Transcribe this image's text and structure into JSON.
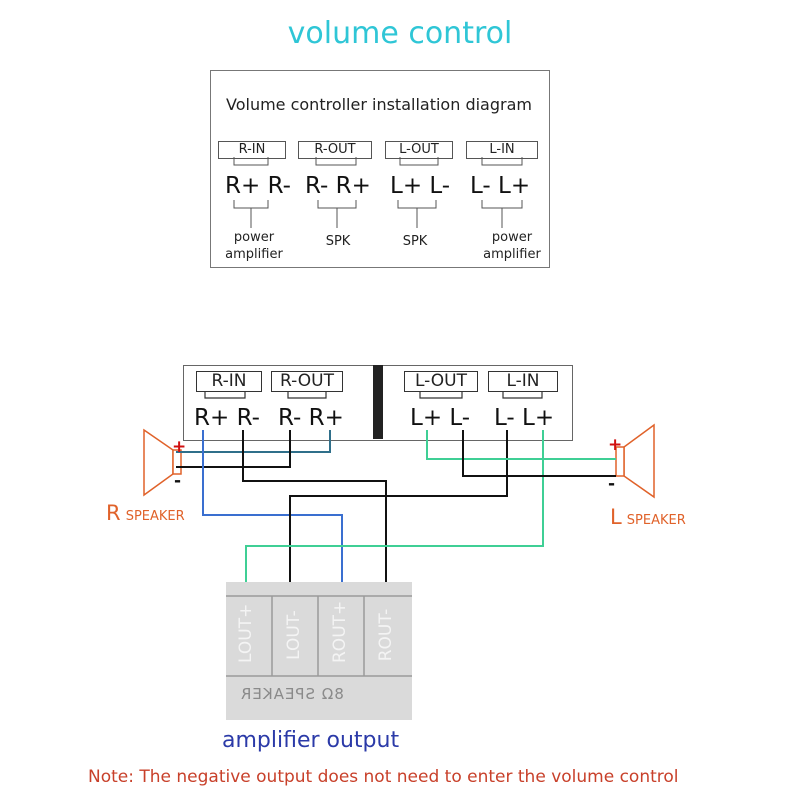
{
  "title": "volume control",
  "install_diagram": {
    "heading": "Volume controller installation diagram",
    "groups": [
      {
        "label": "R-IN",
        "pins": "R+ R-",
        "desc_line1": "power",
        "desc_line2": "amplifier"
      },
      {
        "label": "R-OUT",
        "pins": "R- R+",
        "desc_line1": "SPK",
        "desc_line2": ""
      },
      {
        "label": "L-OUT",
        "pins": "L+ L-",
        "desc_line1": "SPK",
        "desc_line2": ""
      },
      {
        "label": "L-IN",
        "pins": "L- L+",
        "desc_line1": "power",
        "desc_line2": "amplifier"
      }
    ]
  },
  "controller": {
    "labels": [
      "R-IN",
      "R-OUT",
      "L-OUT",
      "L-IN"
    ],
    "pins": [
      "R+ R-",
      "R- R+",
      "L+ L-",
      "L- L+"
    ]
  },
  "speakers": {
    "right": {
      "letter": "R",
      "word": "SPEAKER",
      "plus": "+",
      "minus": "-"
    },
    "left": {
      "letter": "L",
      "word": "SPEAKER",
      "plus": "+",
      "minus": "-"
    }
  },
  "amplifier": {
    "terminals": [
      "LOUT+",
      "LOUT-",
      "ROUT+",
      "ROUT-"
    ],
    "mirrored_text": "8Ω SPEAKER",
    "caption": "amplifier output"
  },
  "note": "Note: The negative output does not need to enter the volume control",
  "colors": {
    "title": "#2fc6d6",
    "wire_blue": "#3a6fd0",
    "wire_green": "#3fcf95",
    "wire_black": "#111111",
    "wire_steel": "#2f6f8a",
    "speaker_label": "#e0622a",
    "plus_sign": "#d01010",
    "caption": "#2b3aa8",
    "note": "#c8402a"
  }
}
